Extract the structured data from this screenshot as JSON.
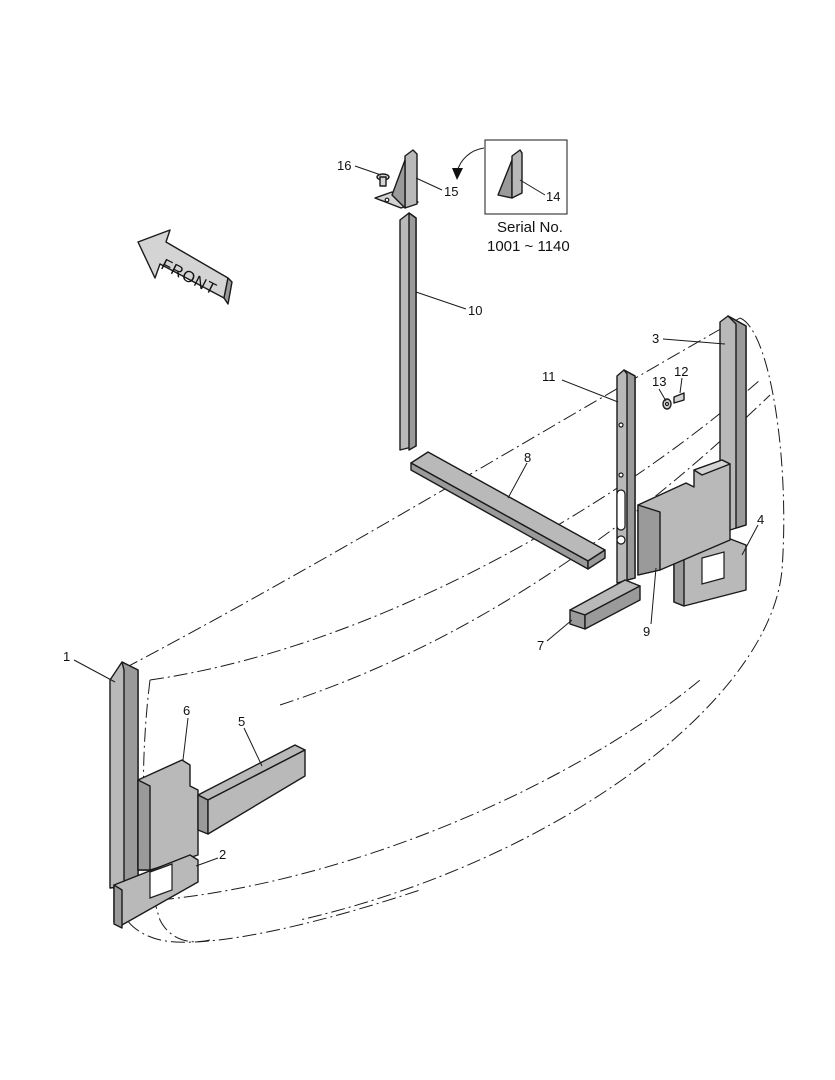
{
  "direction_arrow": {
    "label": "FRONT"
  },
  "serial_note": {
    "title": "Serial No.",
    "range": "1001 ~ 1140"
  },
  "callouts": [
    {
      "label": "1"
    },
    {
      "label": "2"
    },
    {
      "label": "3"
    },
    {
      "label": "4"
    },
    {
      "label": "5"
    },
    {
      "label": "6"
    },
    {
      "label": "7"
    },
    {
      "label": "8"
    },
    {
      "label": "9"
    },
    {
      "label": "10"
    },
    {
      "label": "11"
    },
    {
      "label": "12"
    },
    {
      "label": "13"
    },
    {
      "label": "14"
    },
    {
      "label": "15"
    },
    {
      "label": "16"
    }
  ]
}
